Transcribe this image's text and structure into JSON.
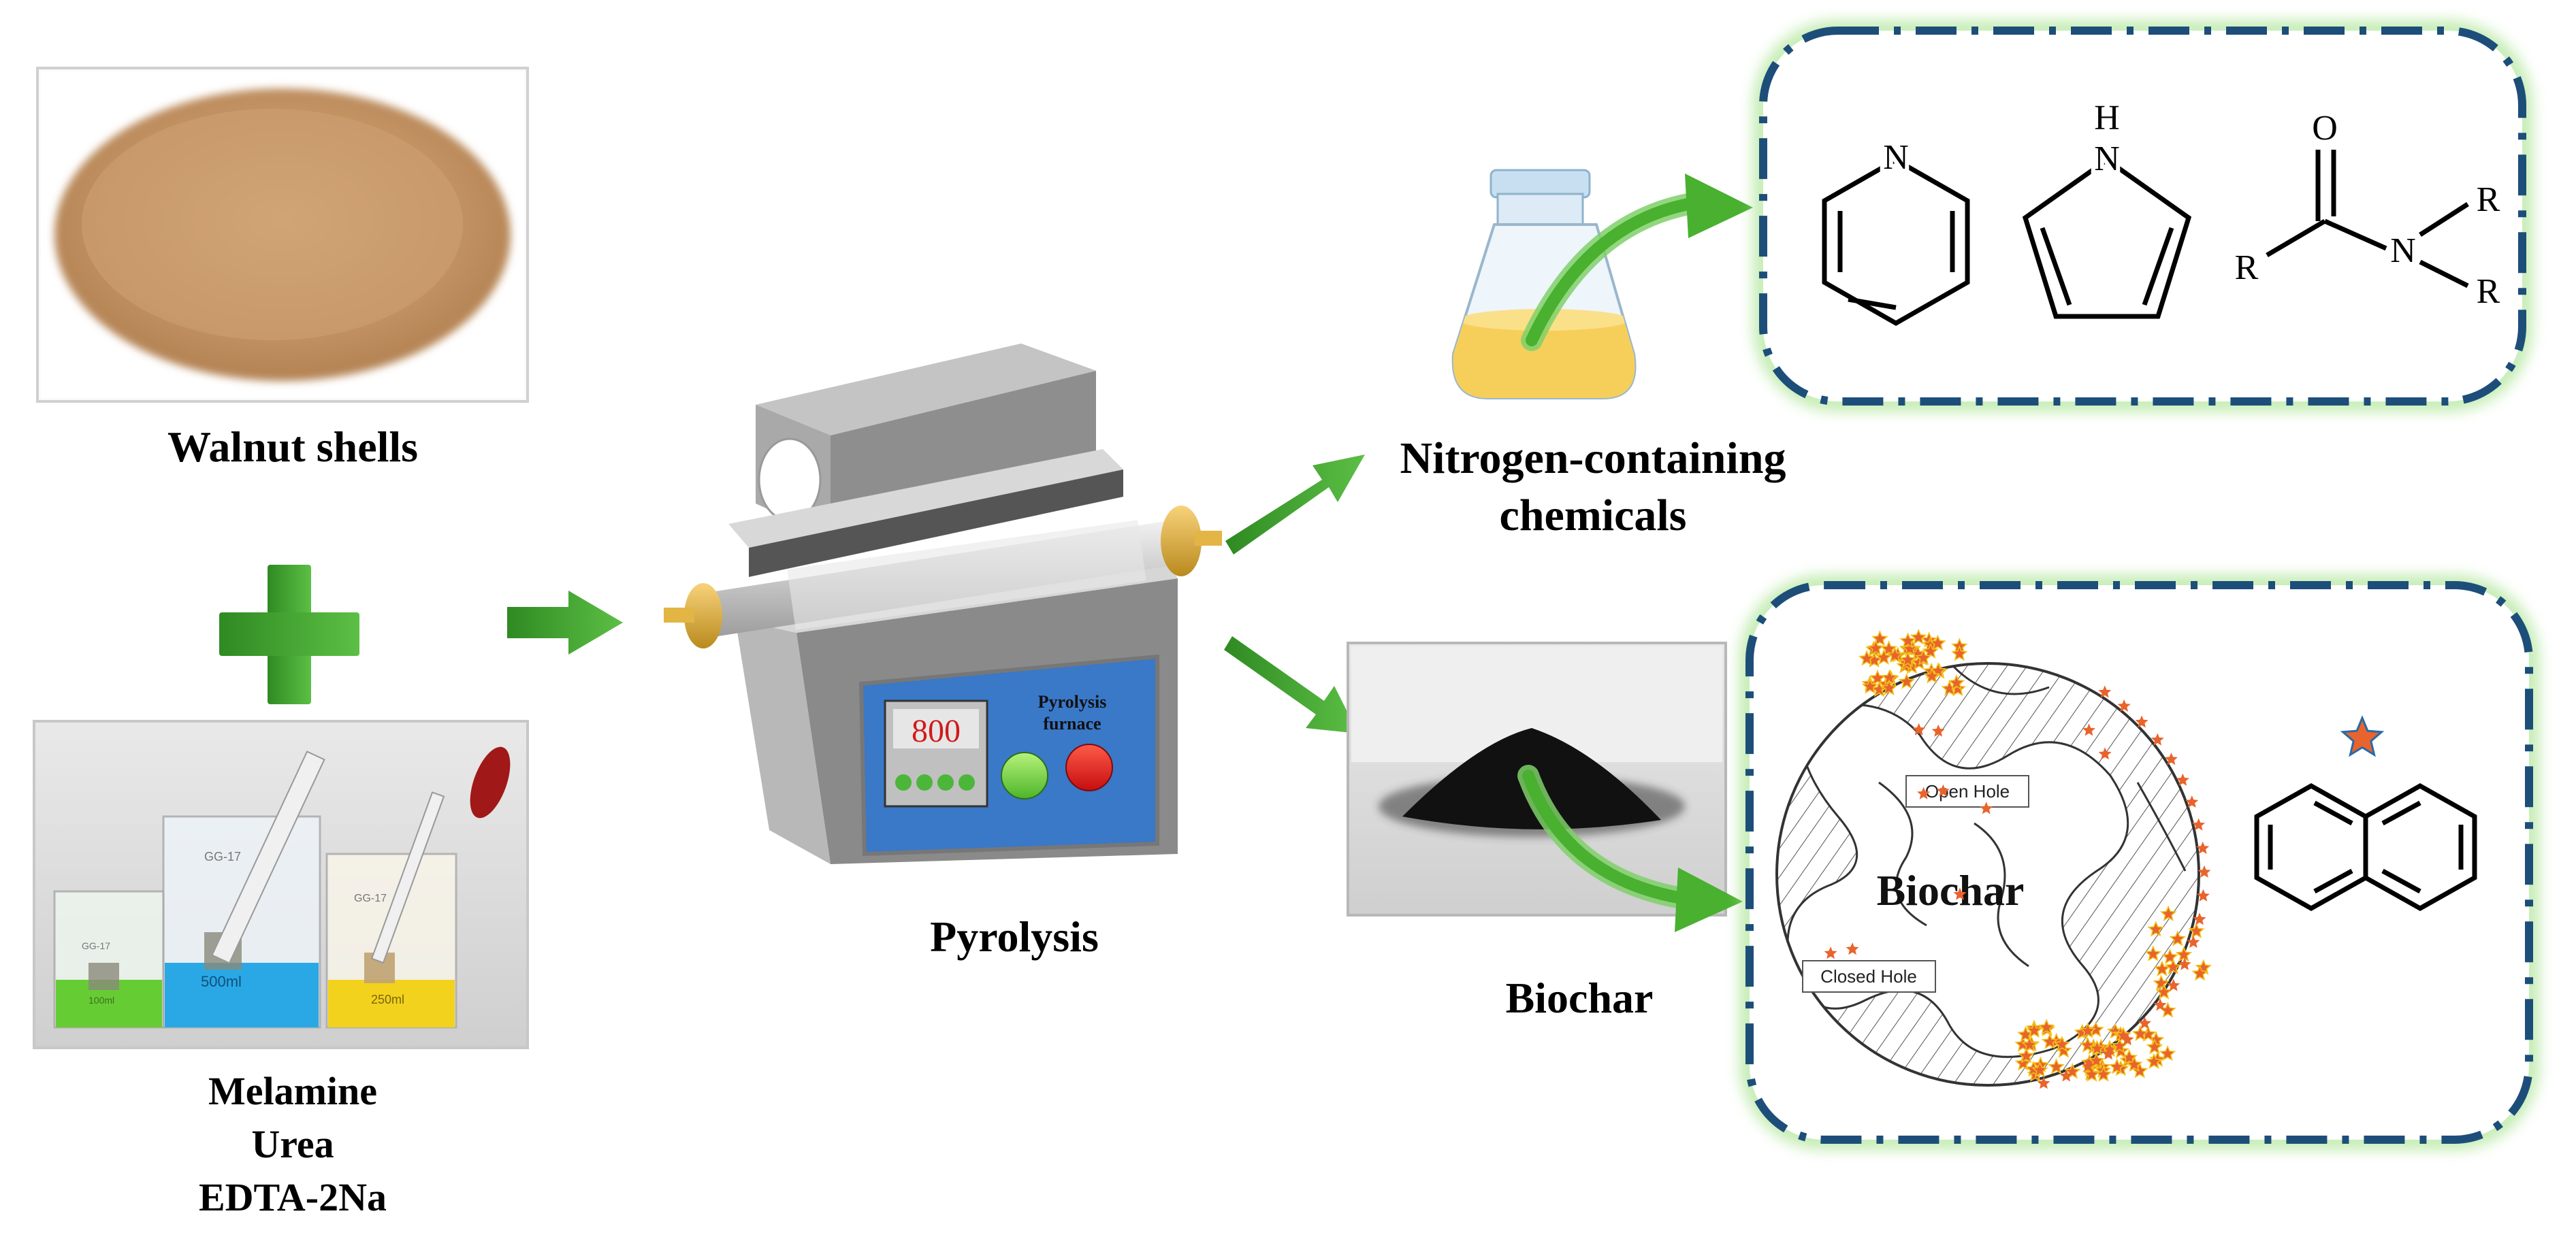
{
  "labels": {
    "walnut_shells": "Walnut shells",
    "additives": [
      "Melamine",
      "Urea",
      "EDTA-2Na"
    ],
    "pyrolysis": "Pyrolysis",
    "nitrogen_chemicals": [
      "Nitrogen-containing",
      "chemicals"
    ],
    "biochar": "Biochar"
  },
  "furnace": {
    "display_value": "800",
    "panel_label": [
      "Pyrolysis",
      "furnace"
    ]
  },
  "beakers": {
    "labels": [
      "100ml",
      "500ml",
      "250ml"
    ],
    "brand": "GG-17"
  },
  "molecules": {
    "pyridine_atom": "N",
    "pyrrole_atoms": [
      "H",
      "N"
    ],
    "amide_atoms": [
      "O",
      "N",
      "R",
      "R",
      "R"
    ]
  },
  "biochar_diagram": {
    "center_label": "Biochar",
    "open_hole": "Open Hole",
    "closed_hole": "Closed Hole"
  },
  "colors": {
    "arrow_green": "#3e9e2e",
    "arrow_green_light": "#7fd06a",
    "frame_blue": "#1d4e7a",
    "frame_glow": "#9be07f",
    "walnut_powder": "#c89a68",
    "biochar_black": "#111111",
    "star_orange": "#e8642c",
    "display_red": "#d21a1a",
    "panel_blue": "#3a78c8",
    "flask_liquid": "#f6cf5a"
  }
}
